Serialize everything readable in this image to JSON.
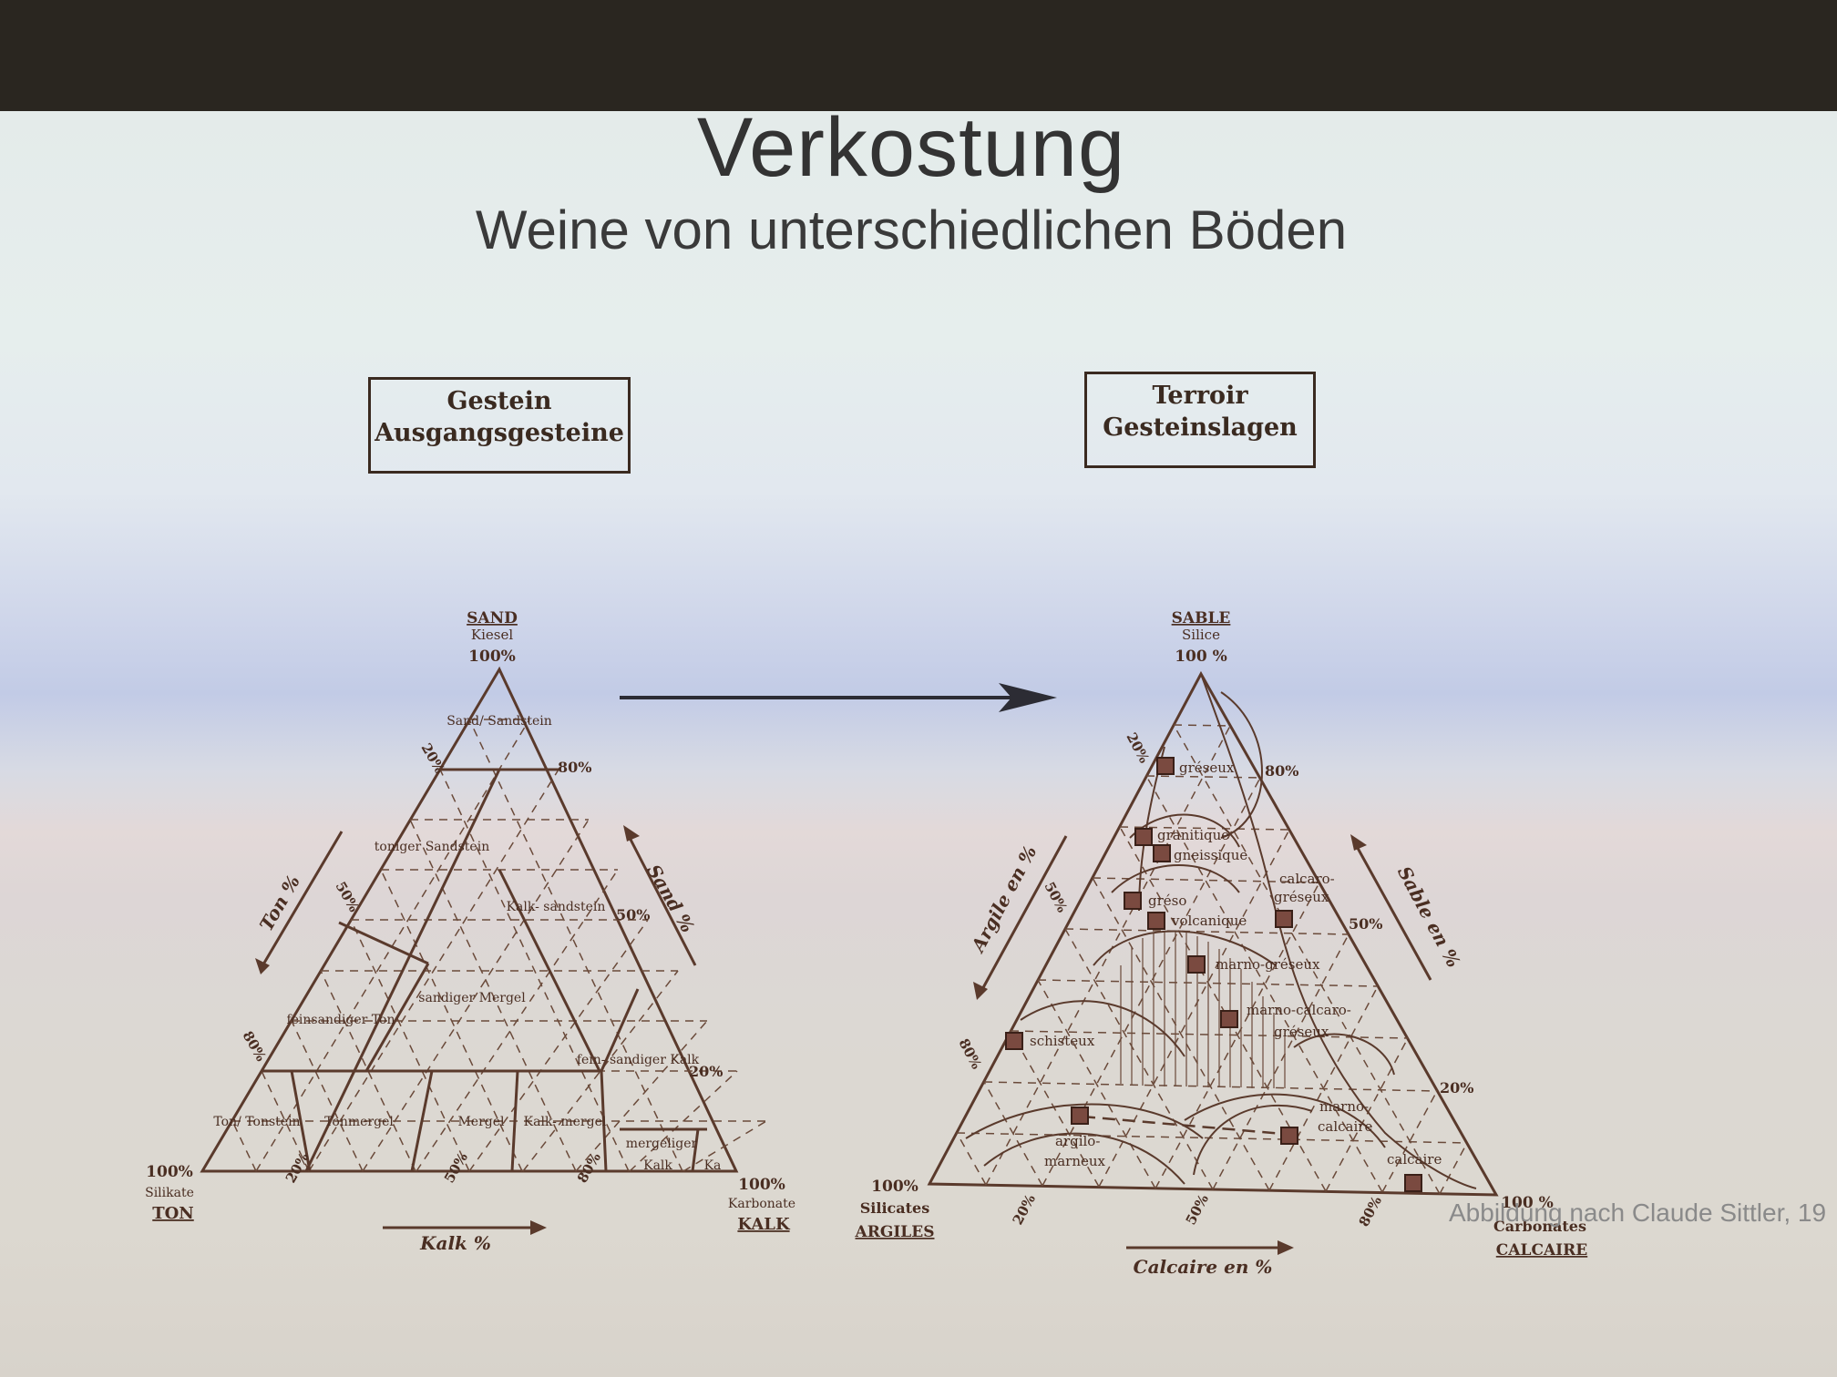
{
  "slide": {
    "title": "Verkostung",
    "subtitle": "Weine von unterschiedlichen Böden",
    "credit": "Abbildung nach Claude Sittler, 19"
  },
  "left_diagram": {
    "box_line1": "Gestein",
    "box_line2": "Ausgangsgesteine",
    "top_label": "SAND",
    "top_sub": "Kiesel",
    "top_pct": "100%",
    "left_corner_pct": "100%",
    "left_corner_sub": "Silikate",
    "left_corner_name": "TON",
    "right_corner_pct": "100%",
    "right_corner_sub": "Karbonate",
    "right_corner_name": "KALK",
    "axis_left": "Ton %",
    "axis_right": "Sand %",
    "axis_bottom": "Kalk %",
    "ticks": {
      "p80": "80%",
      "p50": "50%",
      "p20": "20%"
    },
    "regions": {
      "sand": "Sand/ Sandstein",
      "toniger": "toniger Sandstein",
      "kalk_sand": "Kalk- sandstein",
      "sandiger": "sandiger Mergel",
      "feinsand_ton": "feinsandiger Ton",
      "feinsand_kalk": "fein- sandiger Kalk",
      "ton": "Ton/ Tonstein",
      "tonmergel": "Tonmergel",
      "mergel": "Mergel",
      "kalkmergel": "Kalk- mergel",
      "mergeliger": "mergeliger",
      "kalk": "Kalk",
      "ka": "Ka"
    }
  },
  "right_diagram": {
    "box_line1": "Terroir",
    "box_line2": "Gesteinslagen",
    "top_label": "SABLE",
    "top_sub": "Silice",
    "top_pct": "100 %",
    "left_corner_pct": "100%",
    "left_corner_sub": "Silicates",
    "left_corner_name": "ARGILES",
    "right_corner_pct": "100 %",
    "right_corner_sub": "Carbonates",
    "right_corner_name": "CALCAIRE",
    "axis_left": "Argile en %",
    "axis_right": "Sable en %",
    "axis_bottom": "Calcaire en %",
    "ticks": {
      "p80": "80%",
      "p50": "50%",
      "p20": "20%"
    },
    "regions": {
      "greseux": "gréseux",
      "granitique": "granitique",
      "gneissique": "gneissique",
      "calcaro": "calcaro-",
      "calcaro2": "gréseux",
      "greso": "gréso",
      "volcanique": "volcanique",
      "marno_greseux": "marno-gréseux",
      "marno_calcaro": "marno-calcaro-",
      "marno_calcaro2": "gréseux",
      "schisteux": "schisteux",
      "argilo": "argilo-",
      "marneux": "marneux",
      "marno": "marno-",
      "calcaire_r": "calcaire",
      "calcaire": "calcaire"
    }
  }
}
